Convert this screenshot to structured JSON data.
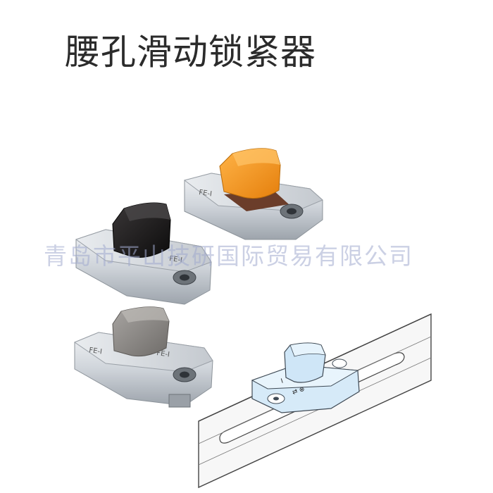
{
  "title": "腰孔滑动锁紧器",
  "watermark": "青岛市平山技研国际贸易有限公司",
  "products": [
    {
      "name": "orange-handle-lock",
      "handle_color": "#f39a1e"
    },
    {
      "name": "black-handle-lock",
      "handle_color": "#1c1a1b"
    },
    {
      "name": "gray-handle-lock",
      "handle_color": "#8a8785"
    }
  ],
  "colors": {
    "metal": "#d9dde2",
    "diagram_blue": "#cfe6f7",
    "rail": "#f4f4f4"
  }
}
